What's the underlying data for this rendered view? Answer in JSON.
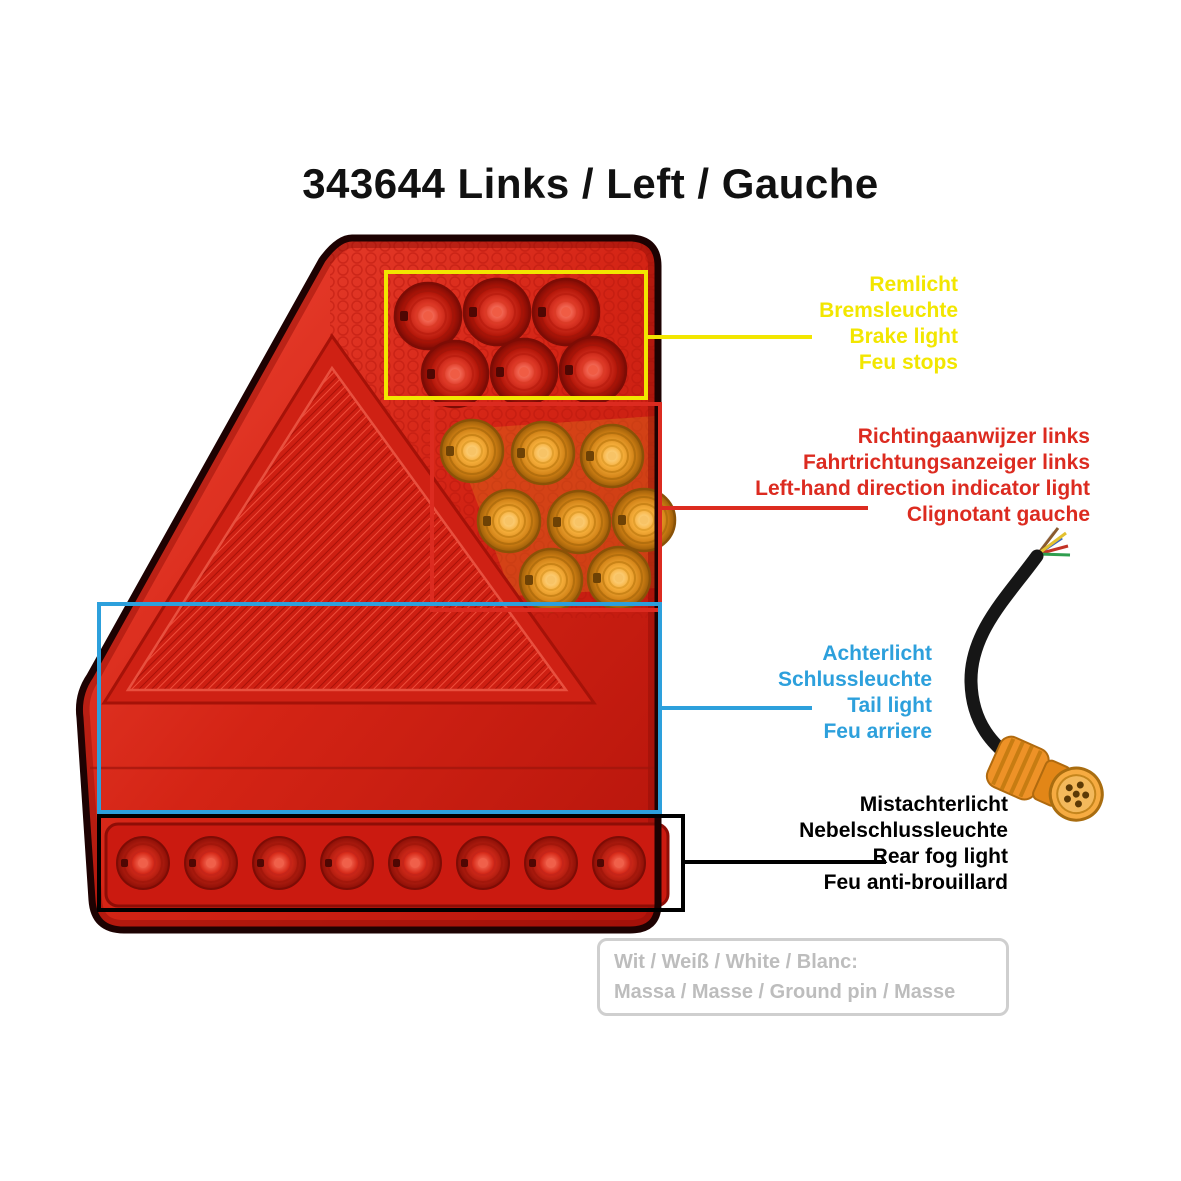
{
  "title": "343644 Links / Left / Gauche",
  "labels": {
    "brake": {
      "color": "#f2e600",
      "lines": [
        "Remlicht",
        "Bremsleuchte",
        "Brake light",
        "Feu stops"
      ]
    },
    "indicator": {
      "color": "#dc2b20",
      "lines": [
        "Richtingaanwijzer links",
        "Fahrtrichtungsanzeiger links",
        "Left-hand direction indicator light",
        "Clignotant gauche"
      ]
    },
    "tail": {
      "color": "#2da0dc",
      "lines": [
        "Achterlicht",
        "Schlussleuchte",
        "Tail light",
        "Feu arriere"
      ]
    },
    "fog": {
      "color": "#000000",
      "lines": [
        "Mistachterlicht",
        "Nebelschlussleuchte",
        "Rear fog light",
        "Feu anti-brouillard"
      ]
    }
  },
  "ground_note": {
    "color": "#bdbdbd",
    "lines": [
      "Wit / Weiß / White / Blanc:",
      "Massa / Masse / Ground pin / Masse"
    ]
  },
  "lamp": {
    "body_color": "#d42415",
    "amber_color": "#f2a431",
    "connector_color": "#ee9227",
    "callout_colors": {
      "brake": "#f2e600",
      "indicator": "#dc2b20",
      "tail": "#2da0dc",
      "fog": "#000000"
    }
  }
}
